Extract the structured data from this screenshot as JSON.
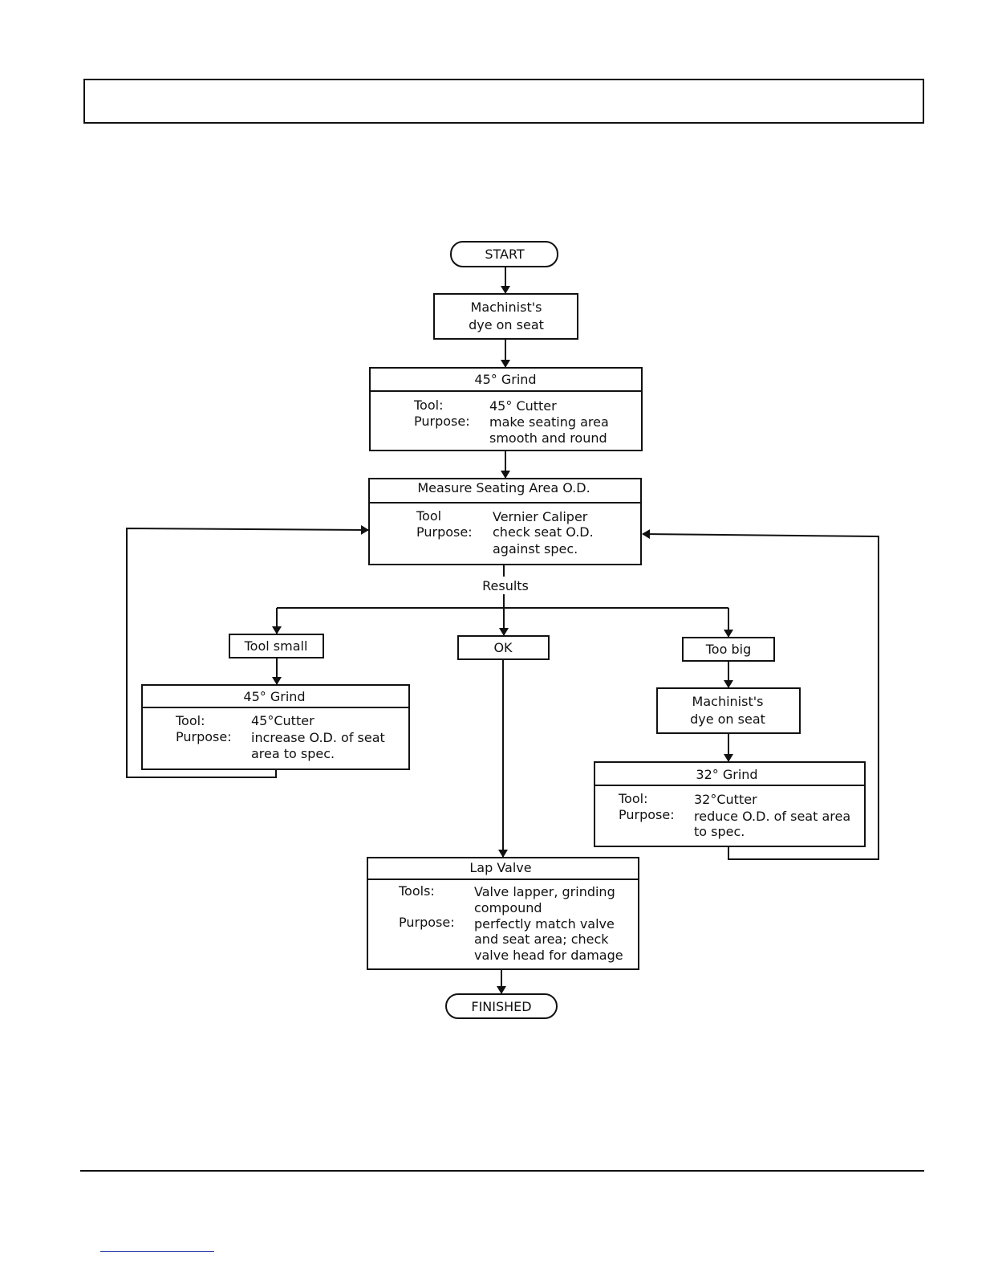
{
  "header": {
    "title": ""
  },
  "flowchart": {
    "start": "START",
    "dye_top": [
      "Machinist's",
      "dye on seat"
    ],
    "grind45": {
      "title": "45° Grind",
      "tool_label": "Tool:",
      "tool_value": "45° Cutter",
      "purpose_label": "Purpose:",
      "purpose_lines": [
        "make seating area",
        "smooth and round"
      ]
    },
    "measure": {
      "title": "Measure Seating Area O.D.",
      "tool_label": "Tool",
      "tool_value": "Vernier Caliper",
      "purpose_label": "Purpose:",
      "purpose_lines": [
        "check seat O.D.",
        "against spec."
      ]
    },
    "results_label": "Results",
    "branch_small": "Tool small",
    "branch_ok": "OK",
    "branch_big": "Too big",
    "grind45_small": {
      "title": "45° Grind",
      "tool_label": "Tool:",
      "tool_value": "45°Cutter",
      "purpose_label": "Purpose:",
      "purpose_lines": [
        "increase O.D. of seat",
        "area to spec."
      ]
    },
    "dye_right": [
      "Machinist's",
      "dye on seat"
    ],
    "grind32": {
      "title": "32° Grind",
      "tool_label": "Tool:",
      "tool_value": "32°Cutter",
      "purpose_label": "Purpose:",
      "purpose_lines": [
        "reduce O.D. of seat area",
        "to spec."
      ]
    },
    "lap": {
      "title": "Lap Valve",
      "tools_label": "Tools:",
      "tools_lines": [
        "Valve lapper, grinding",
        "compound"
      ],
      "purpose_label": "Purpose:",
      "purpose_lines": [
        "perfectly match valve",
        "and seat area; check",
        "valve head for damage"
      ]
    },
    "finished": "FINISHED"
  }
}
